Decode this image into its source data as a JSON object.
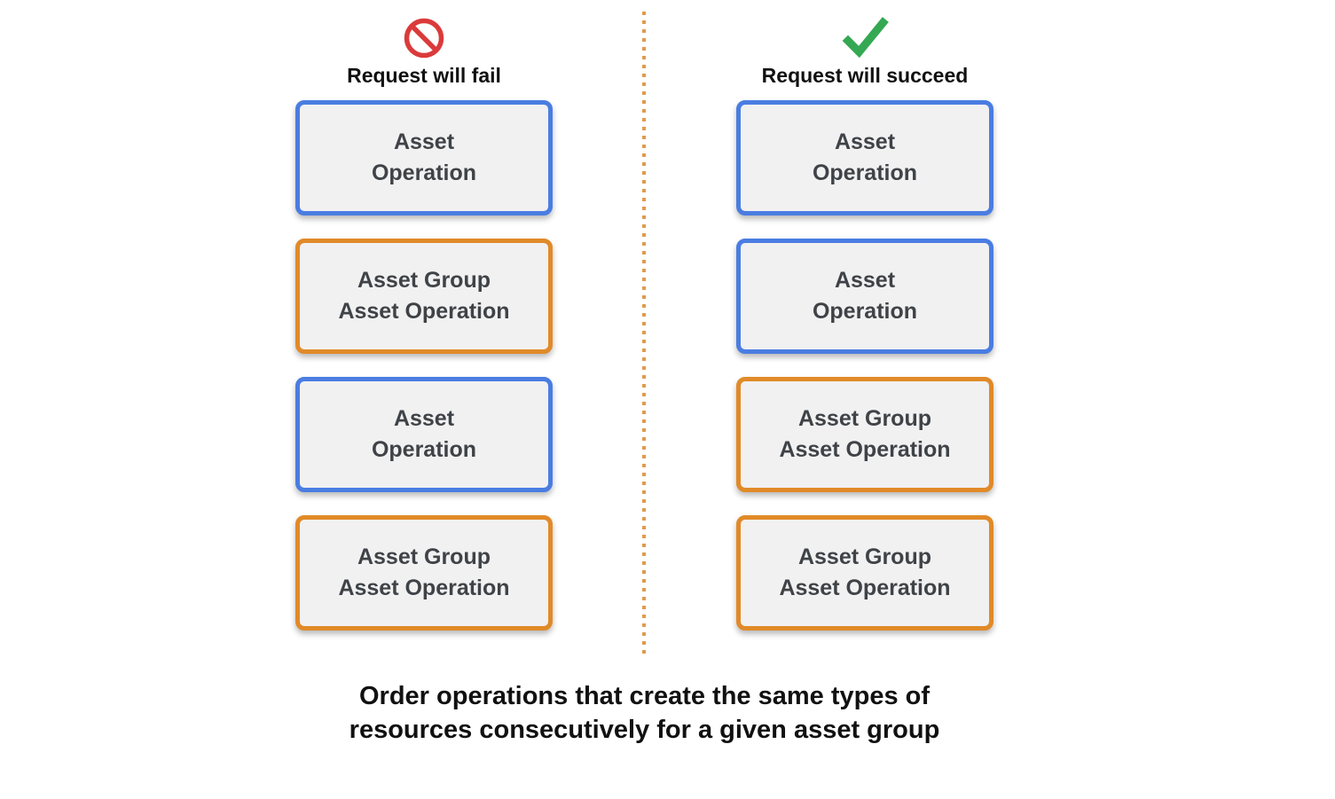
{
  "columns": [
    {
      "id": "fail",
      "title": "Request will fail",
      "icon": "prohibition-icon",
      "boxes": [
        {
          "type": "asset-operation",
          "label": "Asset\nOperation"
        },
        {
          "type": "asset-group-asset-operation",
          "label": "Asset Group\nAsset Operation"
        },
        {
          "type": "asset-operation",
          "label": "Asset\nOperation"
        },
        {
          "type": "asset-group-asset-operation",
          "label": "Asset Group\nAsset Operation"
        }
      ]
    },
    {
      "id": "succeed",
      "title": "Request will succeed",
      "icon": "check-icon",
      "boxes": [
        {
          "type": "asset-operation",
          "label": "Asset\nOperation"
        },
        {
          "type": "asset-operation",
          "label": "Asset\nOperation"
        },
        {
          "type": "asset-group-asset-operation",
          "label": "Asset Group\nAsset Operation"
        },
        {
          "type": "asset-group-asset-operation",
          "label": "Asset Group\nAsset Operation"
        }
      ]
    }
  ],
  "caption": "Order operations that create the same types of\nresources consecutively for a given asset group",
  "colors": {
    "asset_border": "#4a7de2",
    "asset_group_border": "#e18a28",
    "box_fill": "#f1f1f2",
    "box_text": "#3f4347",
    "title_text": "#111111",
    "caption_text": "#111111",
    "fail_icon": "#db3a3a",
    "success_icon": "#34a853",
    "divider_dot": "#e29a4d"
  }
}
